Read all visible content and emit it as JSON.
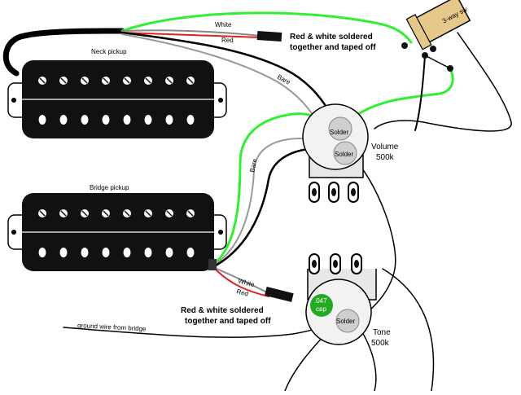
{
  "pickups": {
    "neck_label": "Neck pickup",
    "bridge_label": "Bridge pickup"
  },
  "wires": {
    "neck_white": "White",
    "neck_red": "Red",
    "neck_bare": "Bare",
    "bridge_bare": "Bare",
    "bridge_white": "White",
    "bridge_red": "Red",
    "ground_from_bridge": "ground wire from bridge"
  },
  "notes": {
    "top_line1": "Red & white soldered",
    "top_line2": "together and taped off",
    "bottom_line1": "Red & white soldered",
    "bottom_line2": "together and taped off"
  },
  "volume": {
    "name": "Volume",
    "value": "500k",
    "solder_top": "Solder",
    "solder_bottom": "Solder"
  },
  "tone": {
    "name": "Tone",
    "value": "500k",
    "solder": "Solder",
    "cap_line1": ".047",
    "cap_line2": "cap"
  },
  "switch": {
    "label": "3-way sw"
  },
  "colors": {
    "green_wire": "#33ee33",
    "red_wire": "#dd2222",
    "switch_tan": "#e6c98a",
    "cap_green": "#22aa22"
  }
}
